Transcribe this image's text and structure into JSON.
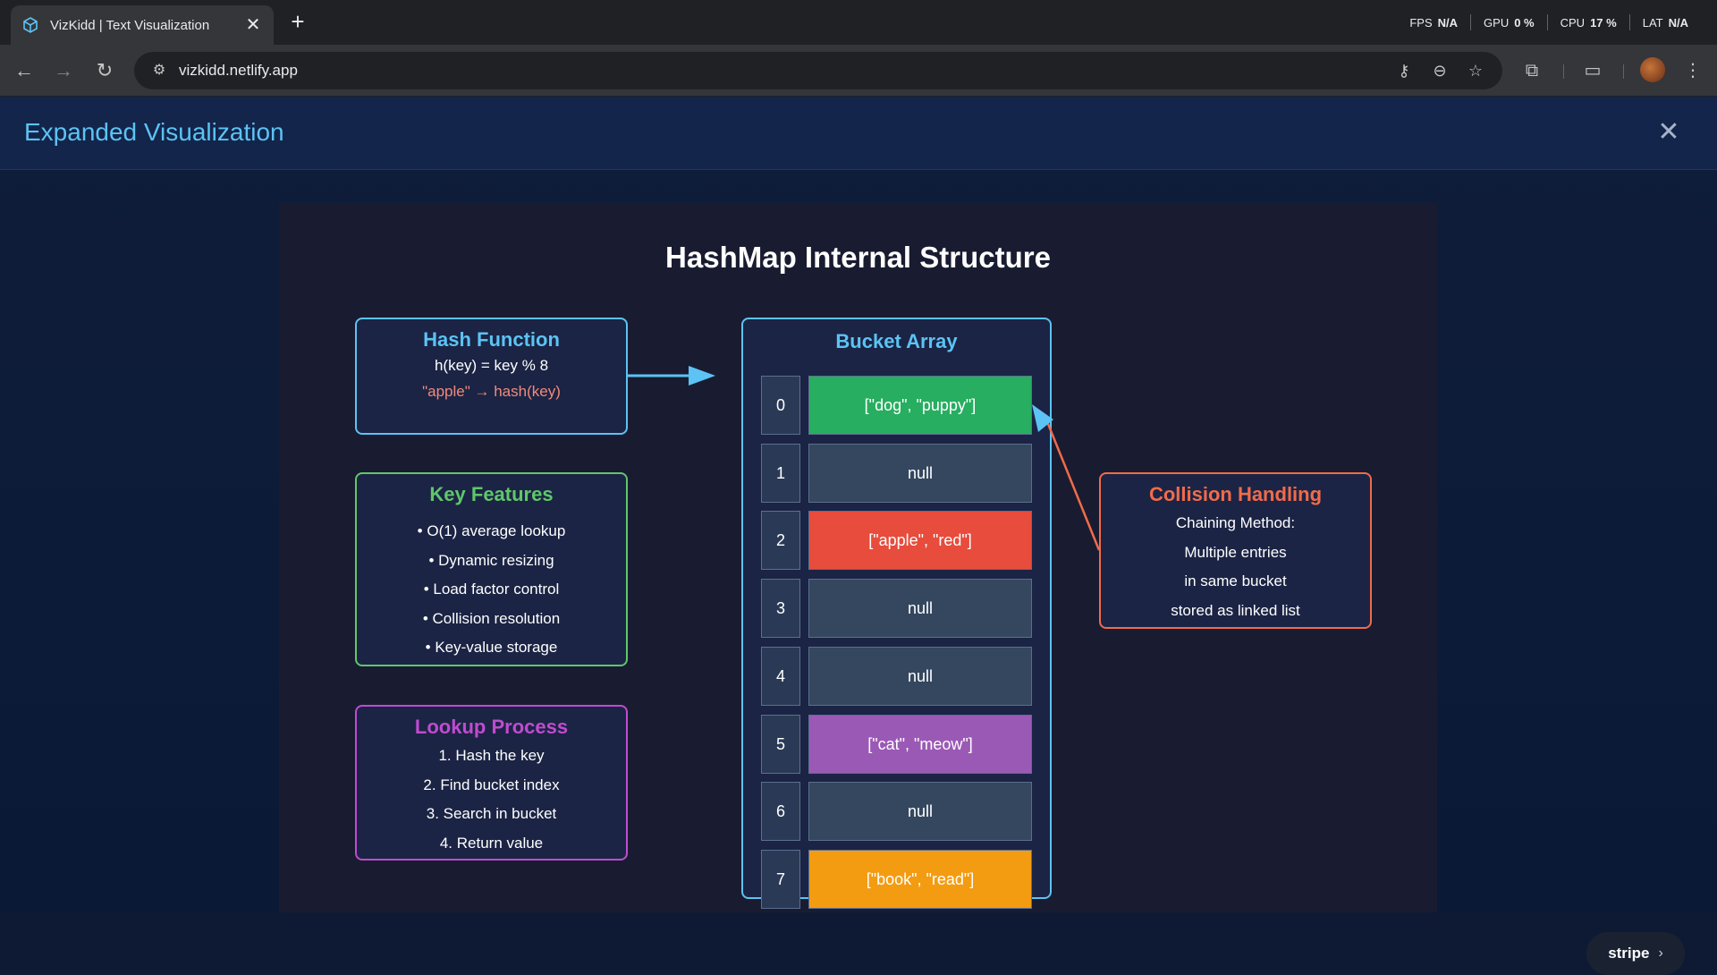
{
  "browser": {
    "tab_title": "VizKidd | Text Visualization",
    "tab_close": "✕",
    "new_tab": "+",
    "url": "vizkidd.netlify.app",
    "perf": {
      "fps_label": "FPS",
      "fps_value": "N/A",
      "gpu_label": "GPU",
      "gpu_value": "0 %",
      "cpu_label": "CPU",
      "cpu_value": "17 %",
      "lat_label": "LAT",
      "lat_value": "N/A"
    },
    "icons": {
      "back": "back-arrow-icon",
      "forward": "forward-arrow-icon",
      "reload": "reload-icon",
      "site_info": "site-info-icon",
      "password": "key-icon",
      "zoom": "zoom-out-icon",
      "bookmark": "star-icon",
      "extensions": "puzzle-icon",
      "media": "cast-search-icon",
      "menu": "kebab-menu-icon"
    }
  },
  "panel": {
    "title": "Expanded Visualization",
    "close": "✕"
  },
  "diagram": {
    "title": "HashMap Internal Structure",
    "hash_function": {
      "title": "Hash Function",
      "formula": "h(key) = key % 8",
      "example": "\"apple\" → hash(key)"
    },
    "key_features": {
      "title": "Key Features",
      "items": [
        "• O(1) average lookup",
        "• Dynamic resizing",
        "• Load factor control",
        "• Collision resolution",
        "• Key-value storage"
      ]
    },
    "lookup_process": {
      "title": "Lookup Process",
      "items": [
        "1. Hash the key",
        "2. Find bucket index",
        "3. Search in bucket",
        "4. Return value"
      ]
    },
    "bucket_array": {
      "title": "Bucket Array",
      "buckets": [
        {
          "index": "0",
          "value": "[\"dog\", \"puppy\"]",
          "color": "#27ae60"
        },
        {
          "index": "1",
          "value": "null",
          "color": "#34475f"
        },
        {
          "index": "2",
          "value": "[\"apple\", \"red\"]",
          "color": "#e74c3c"
        },
        {
          "index": "3",
          "value": "null",
          "color": "#34475f"
        },
        {
          "index": "4",
          "value": "null",
          "color": "#34475f"
        },
        {
          "index": "5",
          "value": "[\"cat\", \"meow\"]",
          "color": "#9b59b6"
        },
        {
          "index": "6",
          "value": "null",
          "color": "#34475f"
        },
        {
          "index": "7",
          "value": "[\"book\", \"read\"]",
          "color": "#f39c12"
        }
      ]
    },
    "collision_handling": {
      "title": "Collision Handling",
      "items": [
        "Chaining Method:",
        "Multiple entries",
        "in same bucket",
        "stored as linked list"
      ]
    },
    "colors": {
      "hash": "#5cc3f4",
      "features": "#5fc76a",
      "lookup": "#c04bd0",
      "collision": "#f26b4a"
    }
  },
  "stripe_badge": {
    "label": "stripe",
    "chevron": "›"
  }
}
